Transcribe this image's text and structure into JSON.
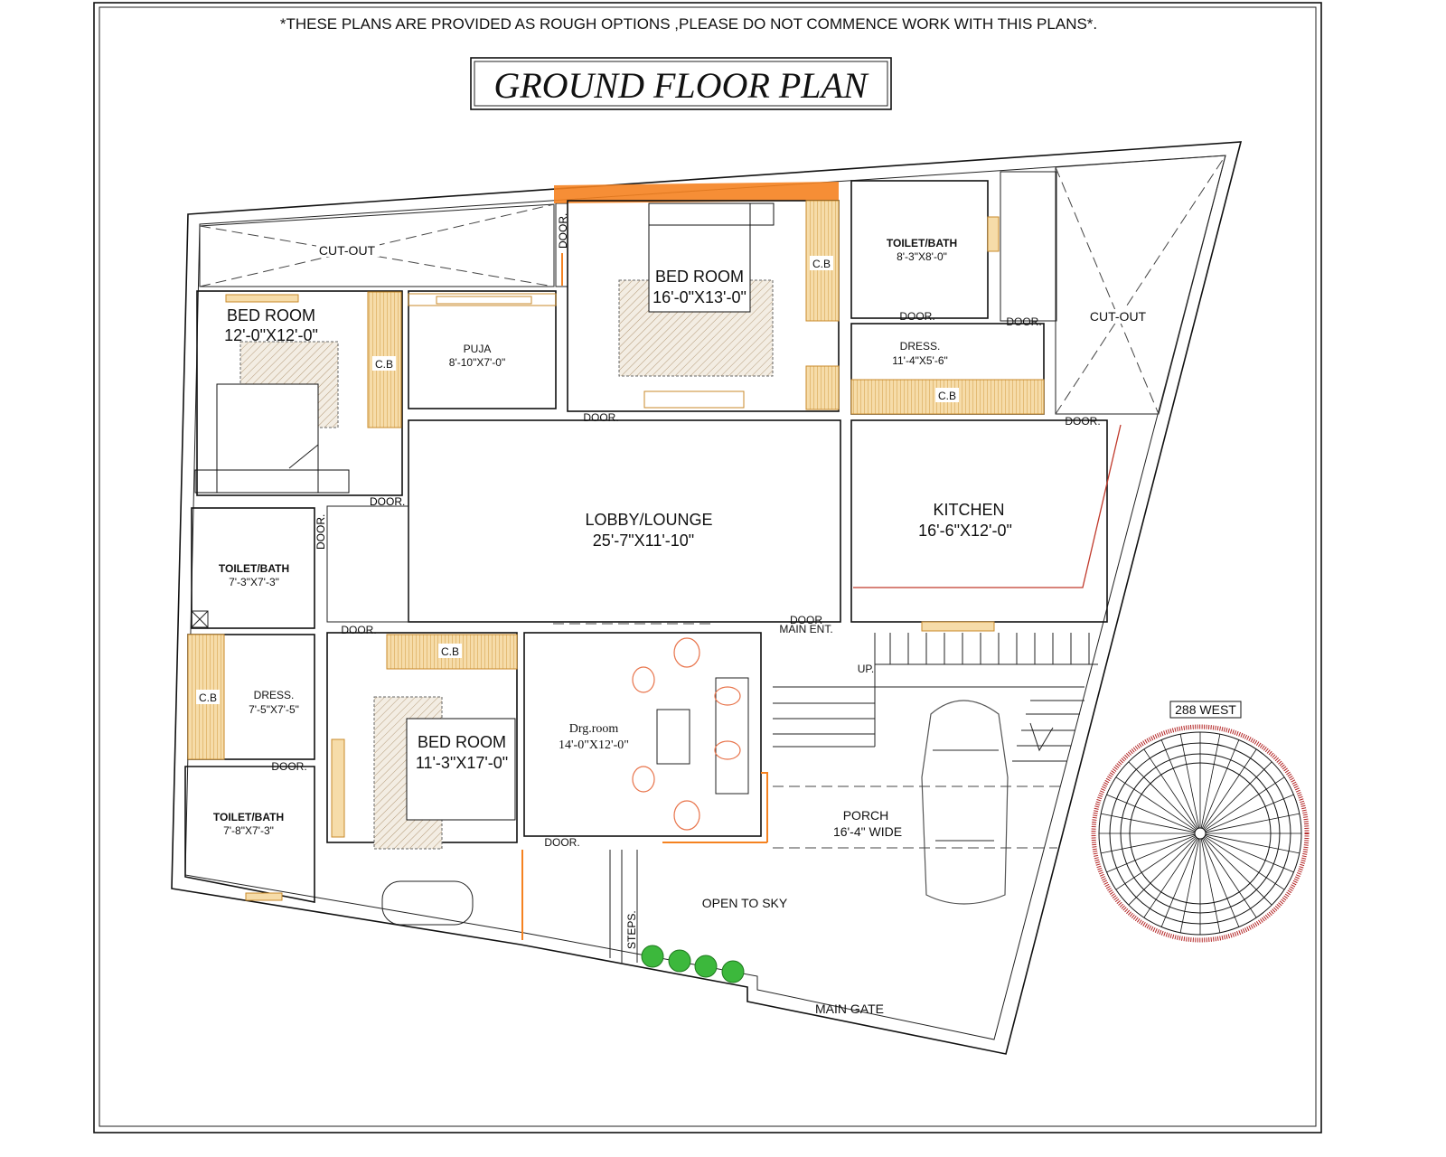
{
  "notice": "*THESE PLANS ARE PROVIDED AS ROUGH OPTIONS ,PLEASE DO NOT COMMENCE WORK WITH THIS PLANS*.",
  "title": "GROUND FLOOR PLAN",
  "rooms": {
    "cutout_left": {
      "name": "CUT-OUT"
    },
    "cutout_right": {
      "name": "CUT-OUT"
    },
    "bedroom_nw": {
      "name": "BED ROOM",
      "size": "12'-0\"X12'-0\""
    },
    "puja": {
      "name": "PUJA",
      "size": "8'-10\"X7'-0\""
    },
    "bedroom_n": {
      "name": "BED ROOM",
      "size": "16'-0\"X13'-0\""
    },
    "toilet_ne": {
      "name": "TOILET/BATH",
      "size": "8'-3\"X8'-0\""
    },
    "dress_ne": {
      "name": "DRESS.",
      "size": "11'-4\"X5'-6\""
    },
    "lobby": {
      "name": "LOBBY/LOUNGE",
      "size": "25'-7\"X11'-10\""
    },
    "kitchen": {
      "name": "KITCHEN",
      "size": "16'-6\"X12'-0\""
    },
    "toilet_w": {
      "name": "TOILET/BATH",
      "size": "7'-3\"X7'-3\""
    },
    "dress_w": {
      "name": "DRESS.",
      "size": "7'-5\"X7'-5\""
    },
    "toilet_sw": {
      "name": "TOILET/BATH",
      "size": "7'-8\"X7'-3\""
    },
    "bedroom_s": {
      "name": "BED ROOM",
      "size": "11'-3\"X17'-0\""
    },
    "drawing": {
      "name": "Drg.room",
      "size": "14'-0\"X12'-0\""
    },
    "porch": {
      "name": "PORCH",
      "size": "16'-4\" WIDE"
    },
    "open_sky": {
      "name": "OPEN TO SKY"
    }
  },
  "labels": {
    "door": "DOOR.",
    "door_plain": "DOOR",
    "main_ent": "MAIN ENT.",
    "cb": "C.B",
    "up": "UP.",
    "steps": "STEPS.",
    "main_gate": "MAIN GATE",
    "compass": "288 WEST"
  },
  "colors": {
    "wardrobe": "#f6dca9",
    "wardrobe_line": "#c88a2a",
    "accent_orange": "#f58220",
    "kitchen_red": "#c0392b",
    "tree": "#3cb83c",
    "furniture": "#e8734a",
    "compass_red": "#b22222"
  }
}
